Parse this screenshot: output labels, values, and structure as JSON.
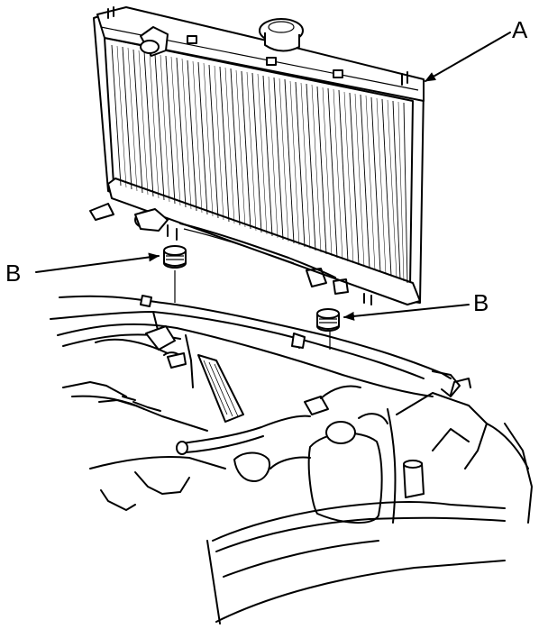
{
  "callouts": {
    "a": "A",
    "b_left": "B",
    "b_right": "B"
  },
  "colors": {
    "line": "#000000",
    "background": "#ffffff"
  }
}
